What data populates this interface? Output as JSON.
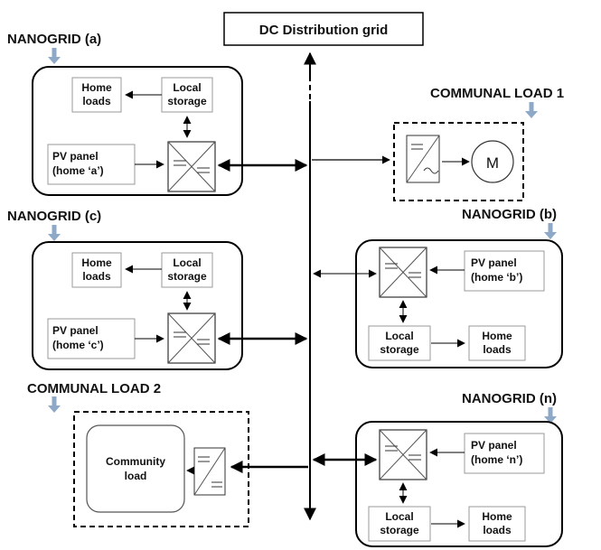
{
  "title": "DC Distribution grid",
  "labels": {
    "nanogrid_a": "NANOGRID (a)",
    "nanogrid_b": "NANOGRID (b)",
    "nanogrid_c": "NANOGRID (c)",
    "nanogrid_n": "NANOGRID (n)",
    "communal_load_1": "COMMUNAL LOAD 1",
    "communal_load_2": "COMMUNAL LOAD 2"
  },
  "nanogrid_a": {
    "home_loads": [
      "Home",
      "loads"
    ],
    "local_storage": [
      "Local",
      "storage"
    ],
    "pv_panel": [
      "PV panel",
      "(home ‘a’)"
    ]
  },
  "nanogrid_c": {
    "home_loads": [
      "Home",
      "loads"
    ],
    "local_storage": [
      "Local",
      "storage"
    ],
    "pv_panel": [
      "PV panel",
      "(home ‘c’)"
    ]
  },
  "nanogrid_b": {
    "home_loads": [
      "Home",
      "loads"
    ],
    "local_storage": [
      "Local",
      "storage"
    ],
    "pv_panel": [
      "PV panel",
      "(home ‘b’)"
    ]
  },
  "nanogrid_n": {
    "home_loads": [
      "Home",
      "loads"
    ],
    "local_storage": [
      "Local",
      "storage"
    ],
    "pv_panel": [
      "PV panel",
      "(home ‘n’)"
    ]
  },
  "communal_load_1": {
    "motor": "M"
  },
  "communal_load_2": {
    "community_load": [
      "Community",
      "load"
    ]
  },
  "colors": {
    "marker_arrow": "#8ea9c8",
    "line": "#000000",
    "box_border": "#999999"
  }
}
